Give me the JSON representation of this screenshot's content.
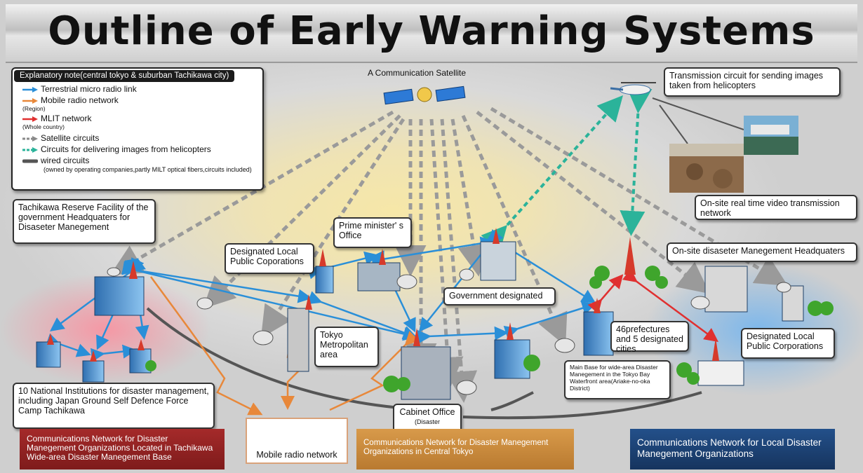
{
  "title": "Outline of Early Warning Systems",
  "legend": {
    "heading": "Explanatory note(central tokyo & suburban Tachikawa city)",
    "items": [
      {
        "label": "Terrestrial micro radio link",
        "note": "",
        "color": "#2a8fd8",
        "style": "arrow"
      },
      {
        "label": "Mobile radio network",
        "note": "(Region)",
        "color": "#e8883a",
        "style": "arrow"
      },
      {
        "label": "MLIT network",
        "note": "(Whole country)",
        "color": "#e03030",
        "style": "arrow"
      },
      {
        "label": "Satellite circuits",
        "note": "",
        "color": "#8a8a8a",
        "style": "dashed"
      },
      {
        "label": "Circuits for delivering images from helicopters",
        "note": "",
        "color": "#2bb39a",
        "style": "dashed"
      },
      {
        "label": "wired circuits",
        "note": "(owned by operating companies,partly MILT optical fibers,circuits included)",
        "color": "#555555",
        "style": "thick"
      }
    ]
  },
  "satellite": {
    "label": "A Communication Satellite"
  },
  "labels": {
    "helicopter_circuit": "Transmission circuit for sending images taken from helicopters",
    "onsite_video": "On-site real time video transmission network",
    "tachikawa_reserve": "Tachikawa Reserve Facility of the government Headquaters for Disaseter Manegement",
    "designated_local_left": "Designated Local Public Coporations",
    "prime_minister": "Prime minister' s Office",
    "onsite_hq": "On-site disaseter Manegement Headquaters",
    "government_designated": "Government designated",
    "tokyo_metro": "Tokyo Metropolitan area",
    "prefectures": "46prefectures and 5 designated cities",
    "designated_local_right": "Designated Local Public Corporations",
    "main_base": "Main Base for wide-area Disaster Manegement in the Tokyo Bay Waterfront area(Ariake-no-oka District)",
    "national_institutions": "10 National Institutions for disaster management, including Japan Ground Self Defence Force Camp Tachikawa",
    "cabinet_office": "Cabinet Office",
    "cabinet_office_sub": "(Disaster Manegement)",
    "mobile_radio": "Mobile radio network"
  },
  "banners": {
    "tachikawa": "Communications Network for Disaster Manegement Organizations Located in Tachikawa Wide-area Disaster Manegement Base",
    "central": "Communications Network for Disaster Manegement Organizations in Central Tokyo",
    "local": "Communications Network for Local Disaster Manegement Organizations"
  },
  "colors": {
    "terrestrial": "#2a8fd8",
    "mobile": "#e8883a",
    "mlit": "#e03030",
    "satellite": "#8a8a8a",
    "helicopter": "#2bb39a",
    "banner_tachikawa": "#8e1f1f",
    "banner_central": "#c8893a",
    "banner_local": "#1c3f6e"
  }
}
